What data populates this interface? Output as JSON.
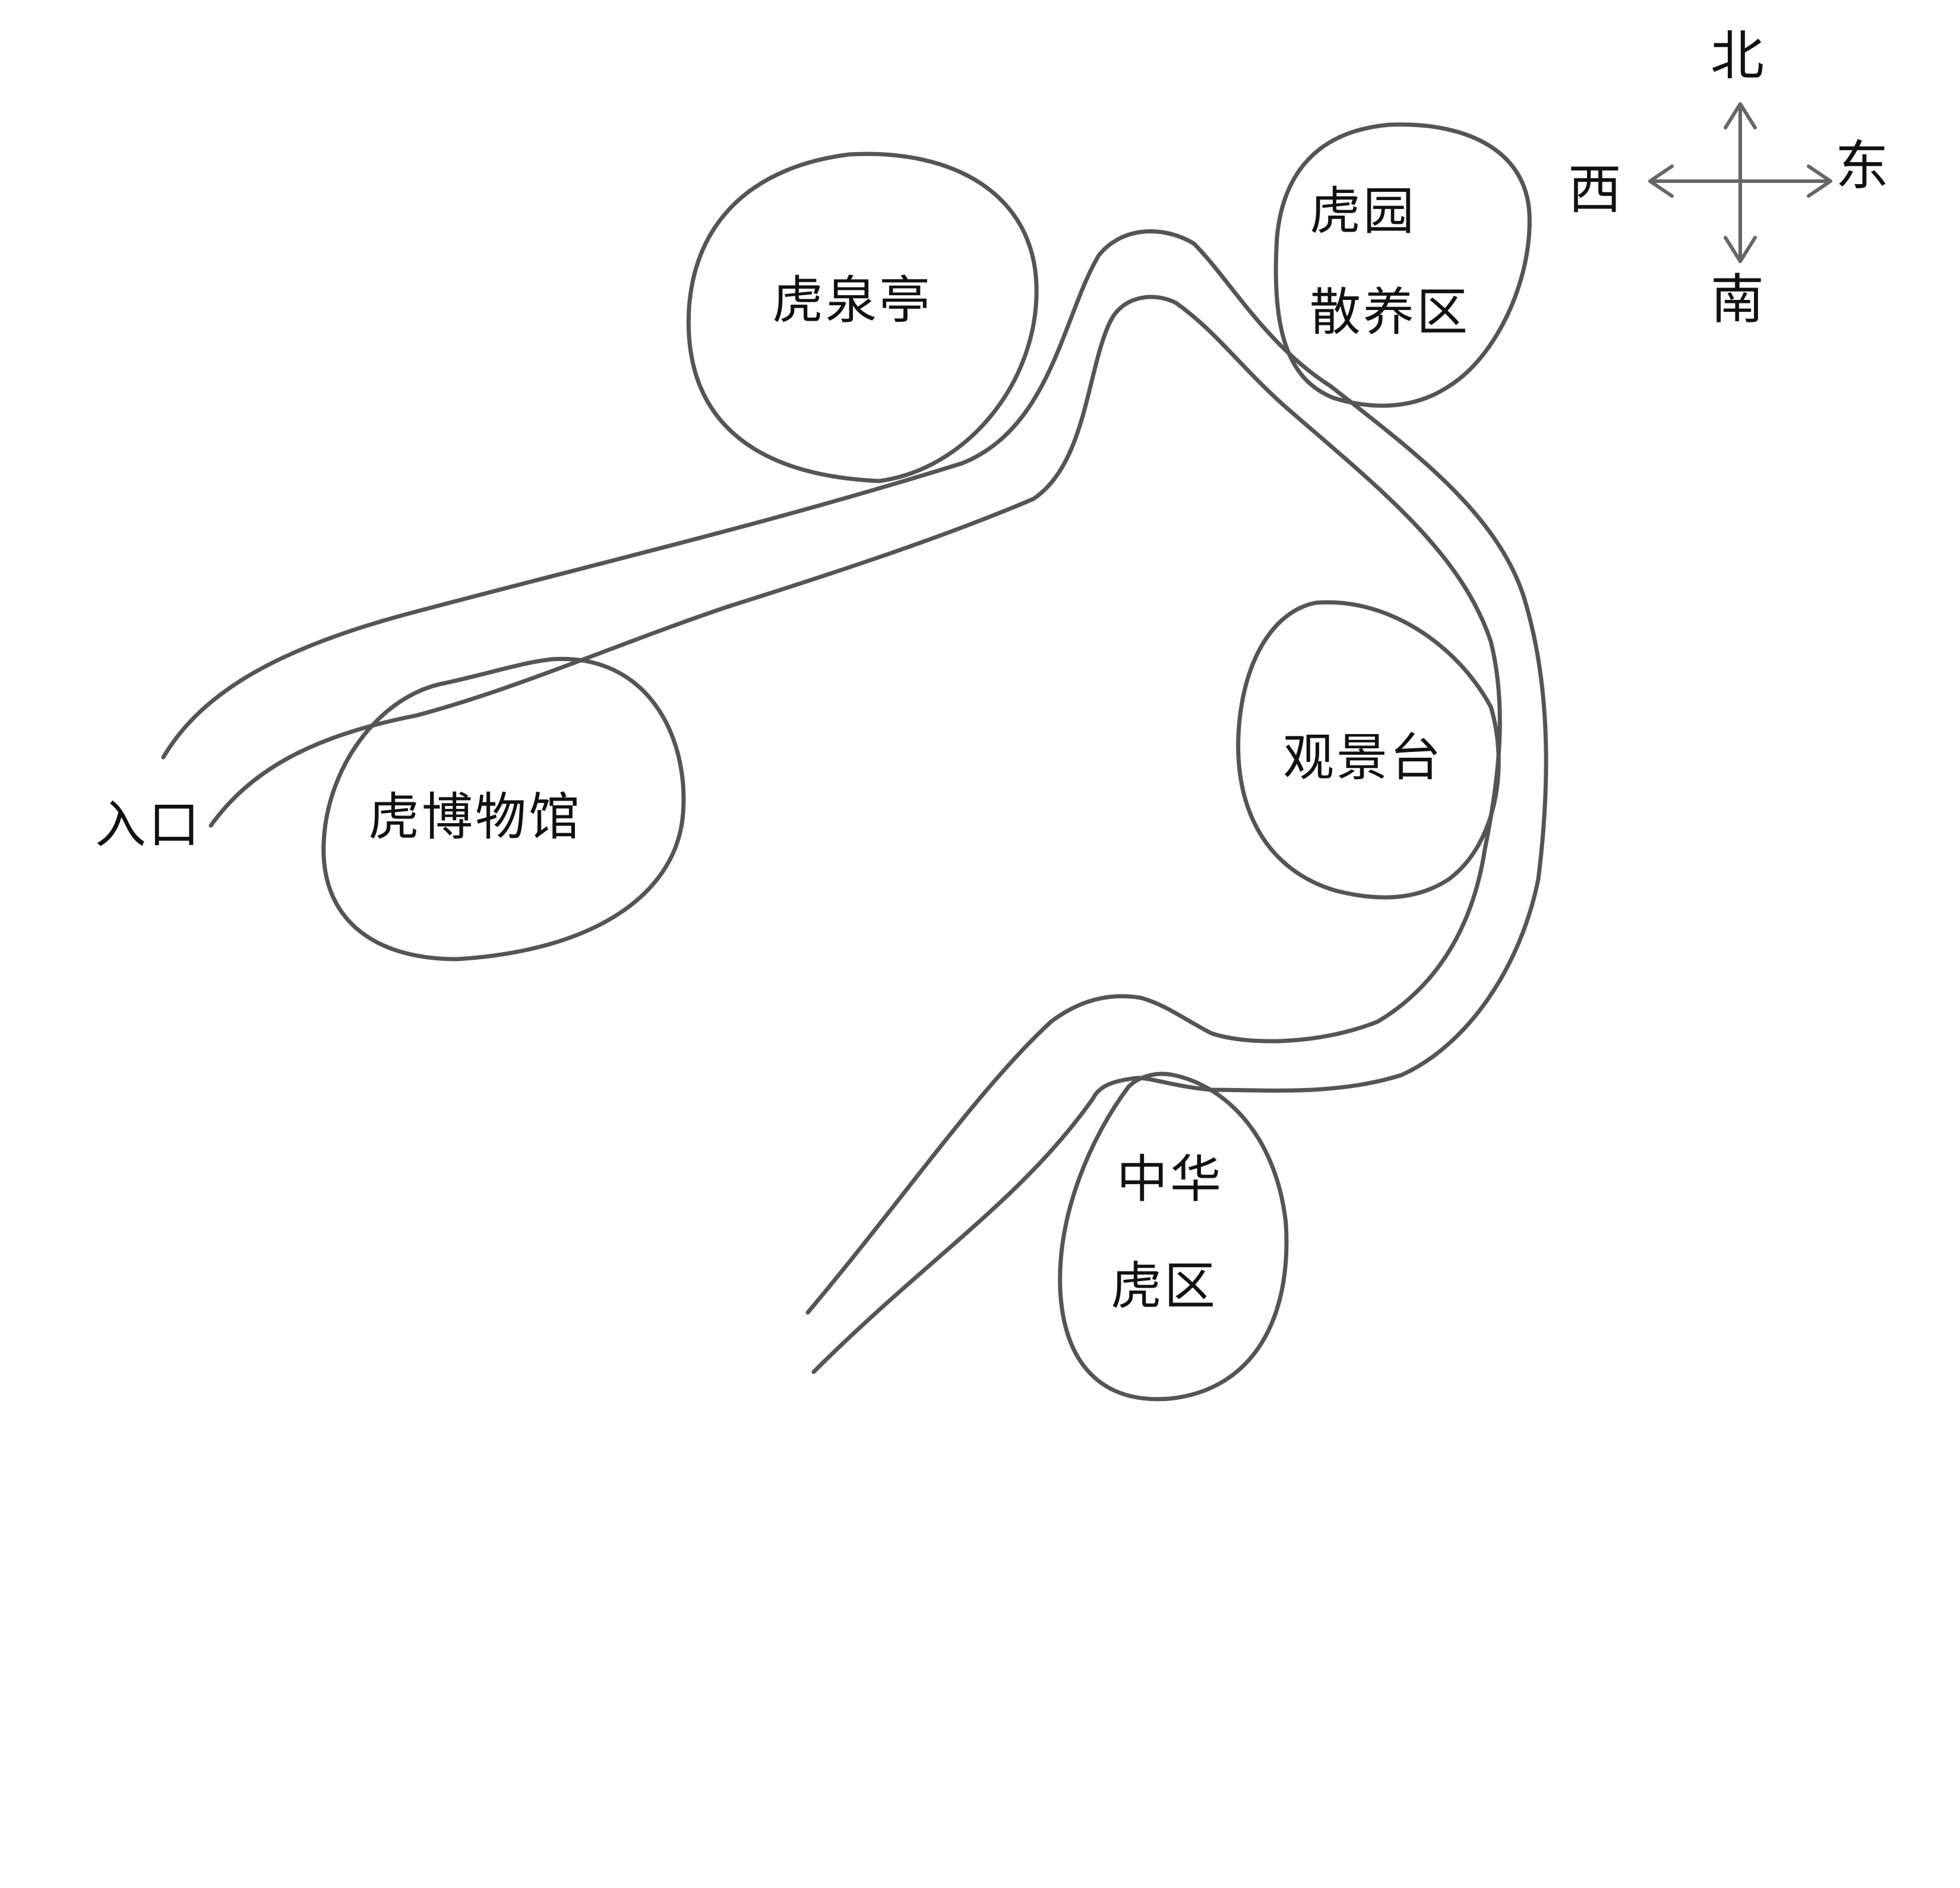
{
  "map": {
    "entrance": "入口",
    "areas": {
      "tiger_spring_pavilion": "虎泉亭",
      "tiger_museum": "虎博物馆",
      "free_range_line1": "虎园",
      "free_range_line2": "散养区",
      "observation_deck": "观景台",
      "south_china_tiger_line1": "中华",
      "south_china_tiger_line2": "虎区"
    },
    "compass": {
      "north": "北",
      "south": "南",
      "east": "东",
      "west": "西"
    },
    "colors": {
      "ink": "#555555",
      "text": "#111111",
      "background": "#ffffff"
    }
  }
}
